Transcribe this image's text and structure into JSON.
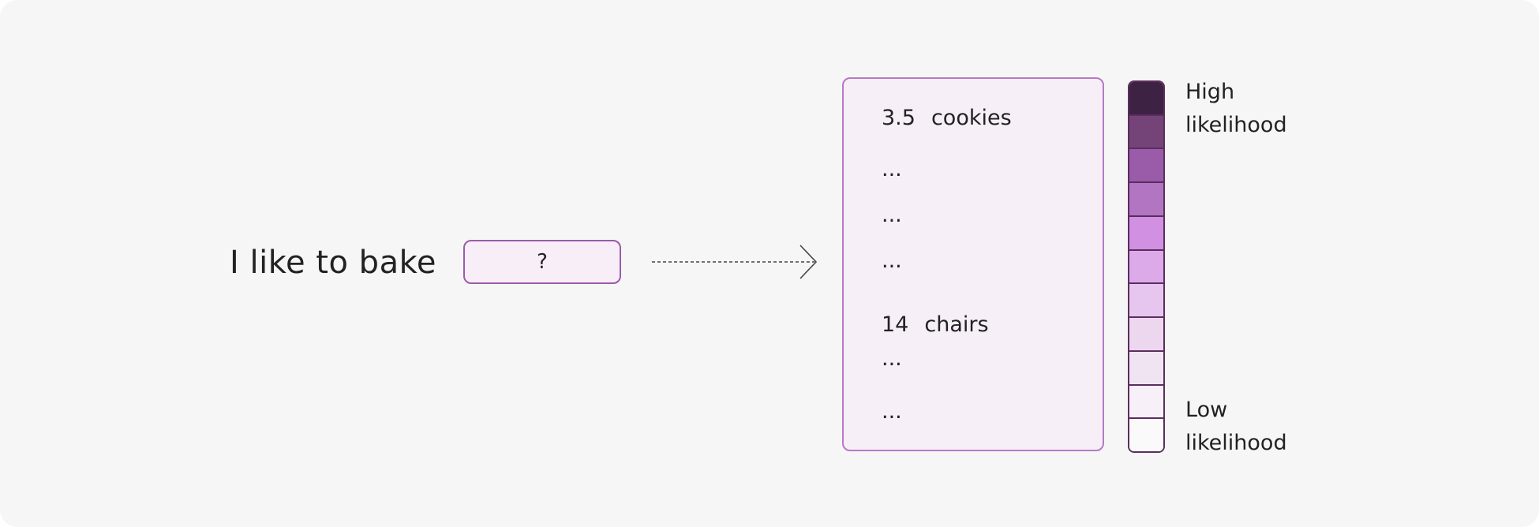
{
  "prompt": {
    "text": "I like to bake",
    "mask_token": "?"
  },
  "vocabulary": [
    {
      "score": "3.5",
      "word": "cookies"
    },
    {
      "score": "...",
      "word": ""
    },
    {
      "score": "...",
      "word": ""
    },
    {
      "score": "...",
      "word": ""
    },
    {
      "score": "14",
      "word": "chairs"
    },
    {
      "score": "...",
      "word": ""
    },
    {
      "score": "...",
      "word": ""
    }
  ],
  "legend": {
    "high_label_line1": "High",
    "high_label_line2": "likelihood",
    "low_label_line1": "Low",
    "low_label_line2": "likelihood",
    "scale_colors": [
      "#3e2244",
      "#744479",
      "#9a5ba8",
      "#b275c2",
      "#d190e2",
      "#dcaae9",
      "#e6c6ee",
      "#ecd7ef",
      "#f1e4f2",
      "#f8f0f8",
      "#fafafa"
    ]
  },
  "colors": {
    "mask_border": "#9b5ba8",
    "vocab_border": "#b779c4",
    "box_fill": "#f7eef7",
    "background": "#f7f6f7"
  }
}
